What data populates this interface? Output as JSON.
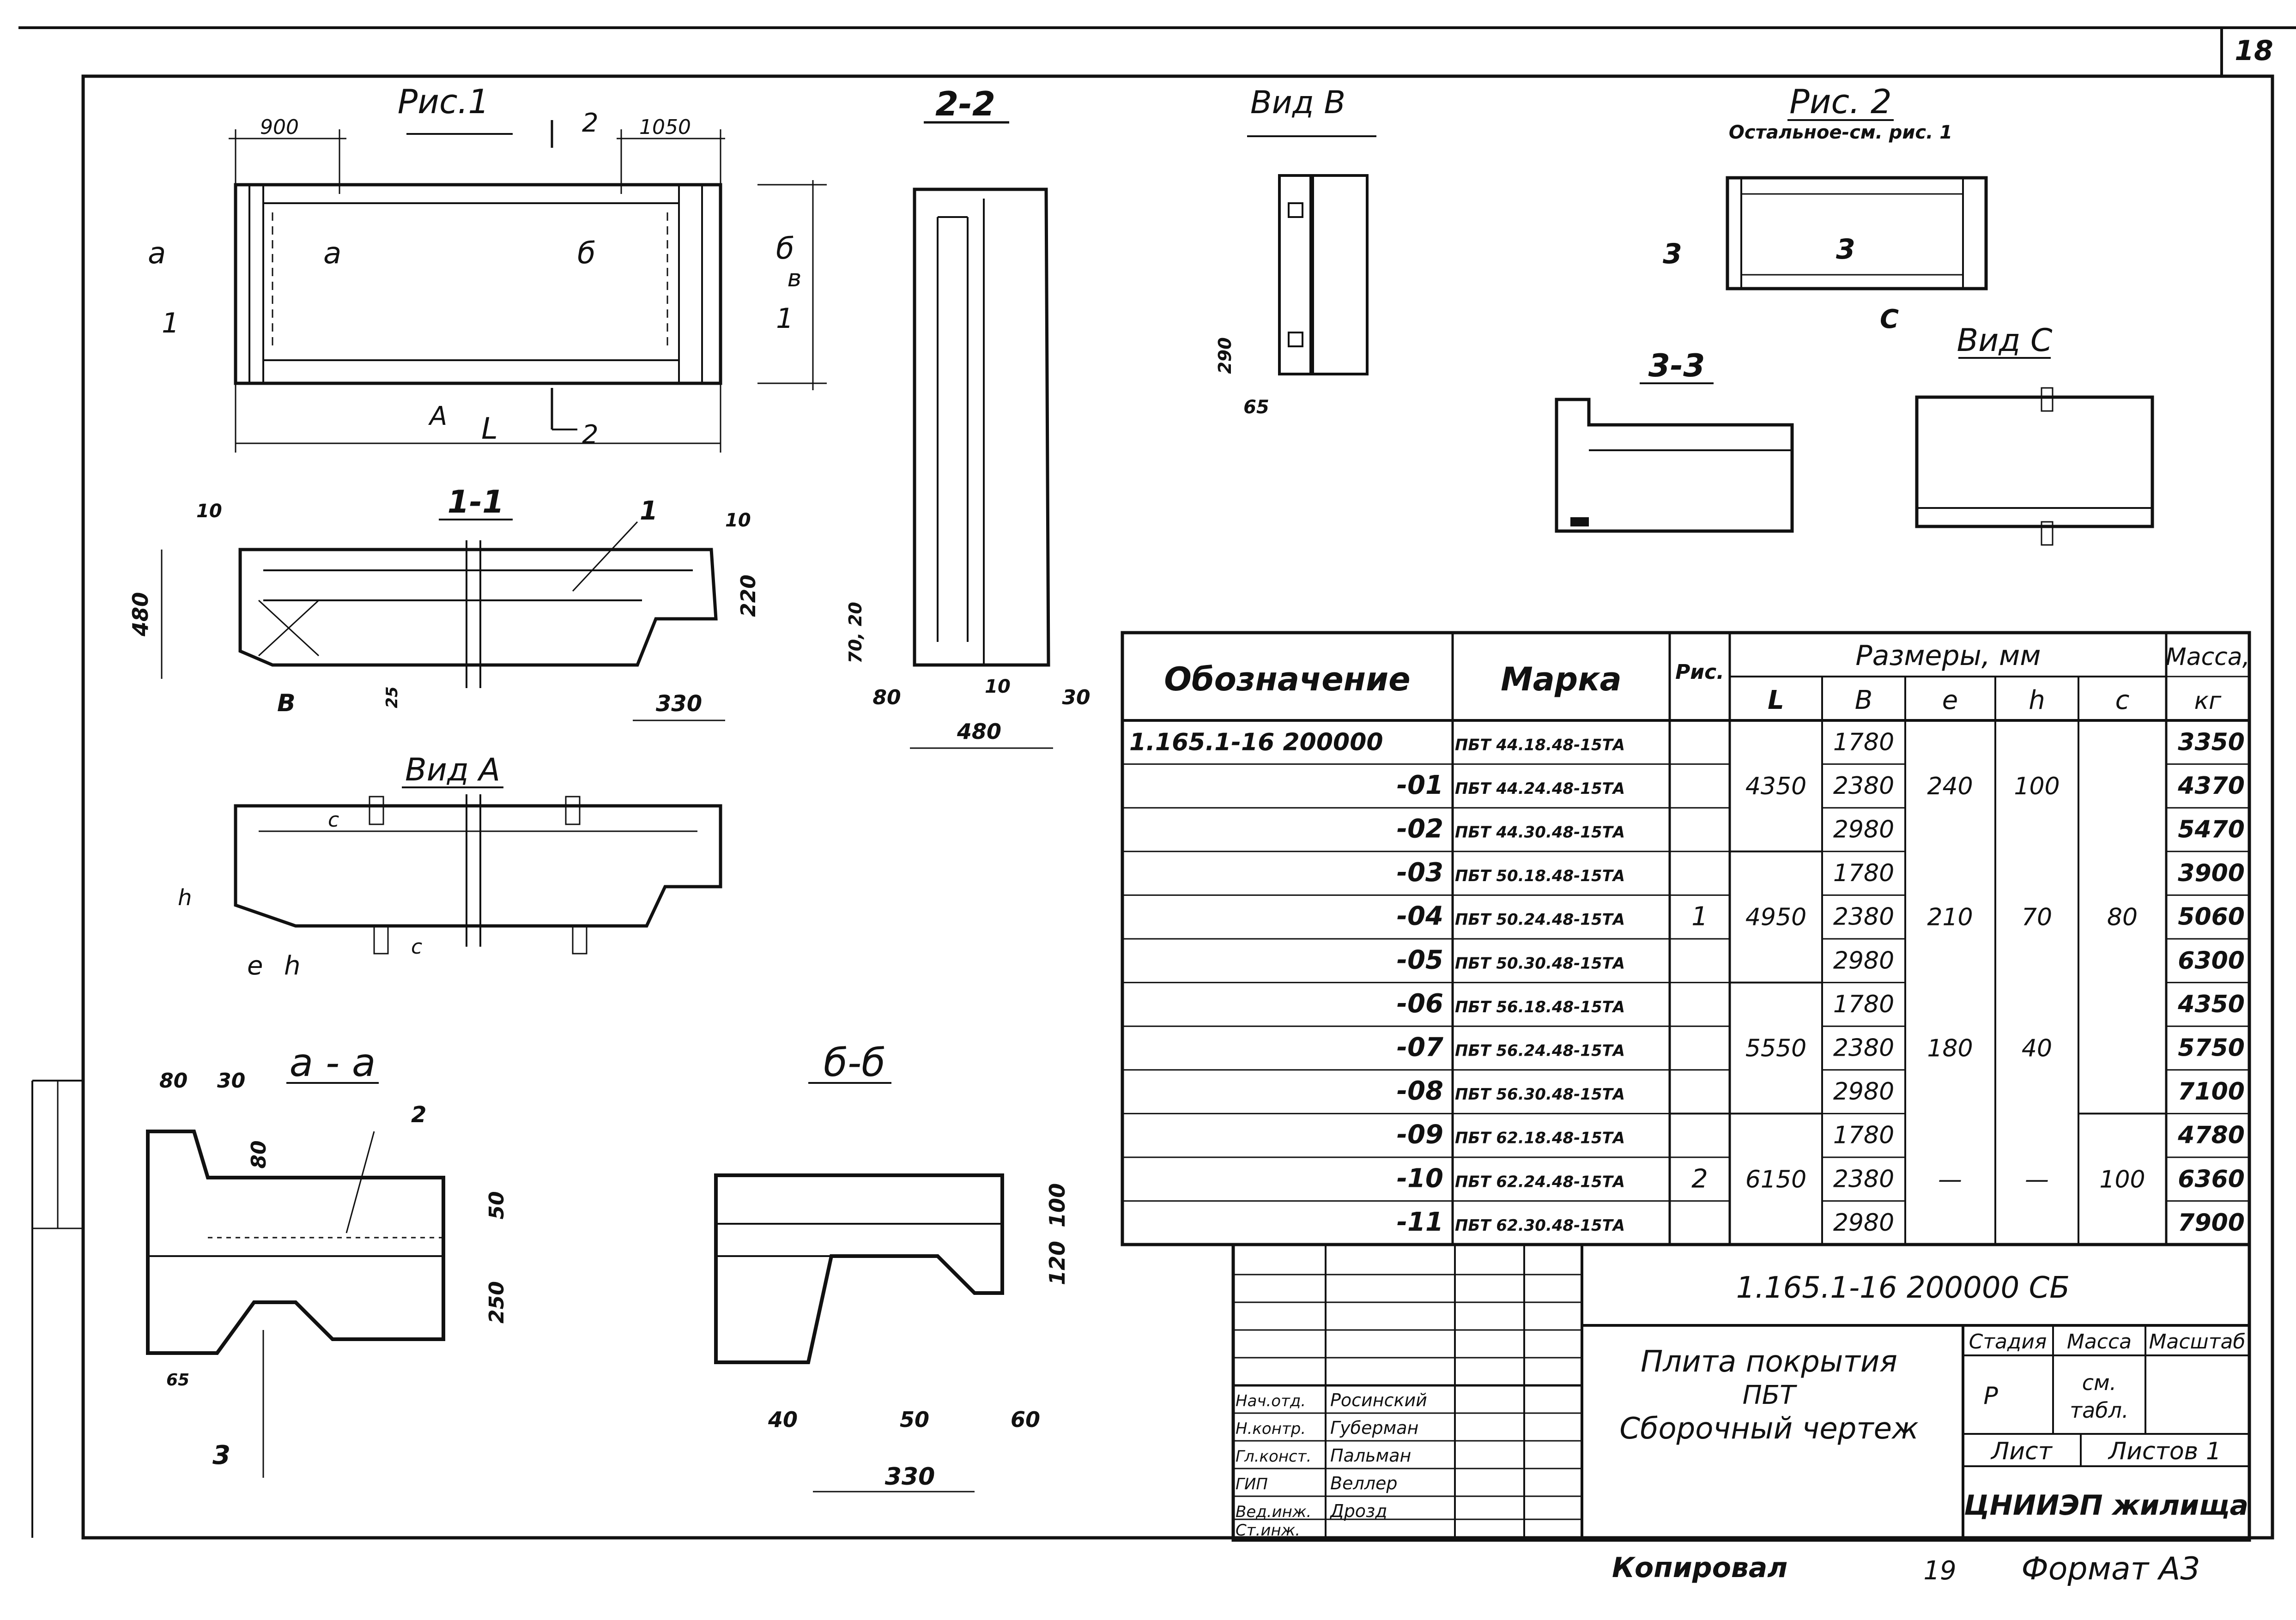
{
  "sheet_number": "18",
  "figures": {
    "fig1": {
      "title": "Рис.1",
      "dims": [
        "900",
        "1050"
      ],
      "section_marks": [
        "a",
        "б",
        "в",
        "1",
        "2",
        "A",
        "L"
      ]
    },
    "fig2": {
      "title": "Рис. 2",
      "subtitle": "Остальное-см. рис. 1",
      "marks": [
        "3",
        "C"
      ]
    },
    "sec_2_2": {
      "title": "2-2",
      "dims": [
        "70, 20",
        "80",
        "10",
        "30",
        "480"
      ]
    },
    "view_b": {
      "title": "Вид В",
      "dims": [
        "290",
        "65"
      ]
    },
    "sec_1_1": {
      "title": "1-1",
      "dims": [
        "10",
        "10",
        "480",
        "220",
        "25",
        "330"
      ],
      "leader": "1",
      "mark": "B"
    },
    "view_a": {
      "title": "Вид А",
      "dims": [
        "c",
        "h",
        "e",
        "h",
        "c"
      ]
    },
    "sec_3_3": {
      "title": "3-3"
    },
    "view_c": {
      "title": "Вид С"
    },
    "sec_a_a": {
      "title": "а - а",
      "dims": [
        "80",
        "30",
        "80",
        "50",
        "250",
        "65"
      ],
      "leaders": [
        "2",
        "3"
      ]
    },
    "sec_b_b": {
      "title": "б-б",
      "dims": [
        "100",
        "120",
        "40",
        "50",
        "60",
        "330"
      ]
    }
  },
  "spec_table": {
    "headers": {
      "designation": "Обозначение",
      "mark": "Марка",
      "fig": "Рис.",
      "dimensions": "Размеры, мм",
      "L": "L",
      "B": "В",
      "e": "е",
      "h": "h",
      "c": "с",
      "mass": "Масса,",
      "mass_unit": "кг"
    },
    "rows": [
      {
        "designation": "1.165.1-16 200000",
        "mark": "ПБТ 44.18.48-15ТА",
        "B": "1780",
        "mass": "3350"
      },
      {
        "designation": "-01",
        "mark": "ПБТ 44.24.48-15ТА",
        "B": "2380",
        "mass": "4370"
      },
      {
        "designation": "-02",
        "mark": "ПБТ 44.30.48-15ТА",
        "B": "2980",
        "mass": "5470"
      },
      {
        "designation": "-03",
        "mark": "ПБТ 50.18.48-15ТА",
        "B": "1780",
        "mass": "3900"
      },
      {
        "designation": "-04",
        "mark": "ПБТ 50.24.48-15ТА",
        "B": "2380",
        "mass": "5060"
      },
      {
        "designation": "-05",
        "mark": "ПБТ 50.30.48-15ТА",
        "B": "2980",
        "mass": "6300"
      },
      {
        "designation": "-06",
        "mark": "ПБТ 56.18.48-15ТА",
        "B": "1780",
        "mass": "4350"
      },
      {
        "designation": "-07",
        "mark": "ПБТ 56.24.48-15ТА",
        "B": "2380",
        "mass": "5750"
      },
      {
        "designation": "-08",
        "mark": "ПБТ 56.30.48-15ТА",
        "B": "2980",
        "mass": "7100"
      },
      {
        "designation": "-09",
        "mark": "ПБТ 62.18.48-15ТА",
        "B": "1780",
        "mass": "4780"
      },
      {
        "designation": "-10",
        "mark": "ПБТ 62.24.48-15ТА",
        "B": "2380",
        "mass": "6360"
      },
      {
        "designation": "-11",
        "mark": "ПБТ 62.30.48-15ТА",
        "B": "2980",
        "mass": "7900"
      }
    ],
    "groups": [
      {
        "L": "4350",
        "e": "240",
        "h": "100"
      },
      {
        "L": "4950",
        "e": "210",
        "h": "70"
      },
      {
        "L": "5550",
        "e": "180",
        "h": "40"
      },
      {
        "L": "6150",
        "e": "—",
        "h": "—"
      }
    ],
    "fig_values": [
      "1",
      "2"
    ],
    "c_values": [
      "80",
      "100"
    ]
  },
  "title_block": {
    "code": "1.165.1-16  200000  СБ",
    "title_line1": "Плита покрытия",
    "title_line2": "ПБТ",
    "title_line3": "Сборочный чертеж",
    "stage_label": "Стадия",
    "mass_label": "Масса",
    "scale_label": "Масштаб",
    "stage_value": "Р",
    "mass_value_1": "см.",
    "mass_value_2": "табл.",
    "sheet_label": "Лист",
    "sheets_label": "Листов 1",
    "org": "ЦНИИЭП жилища",
    "signatures": [
      {
        "role": "Нач.отд.",
        "name": "Росинский"
      },
      {
        "role": "Н.контр.",
        "name": "Губерман"
      },
      {
        "role": "Гл.конст.",
        "name": "Пальман"
      },
      {
        "role": "ГИП",
        "name": "Веллер"
      },
      {
        "role": "Вед.инж.",
        "name": "Дрозд"
      },
      {
        "role": "Ст.инж.",
        "name": ""
      }
    ]
  },
  "footer": {
    "copied": "Копировал",
    "format": "Формат А3",
    "num": "19"
  }
}
